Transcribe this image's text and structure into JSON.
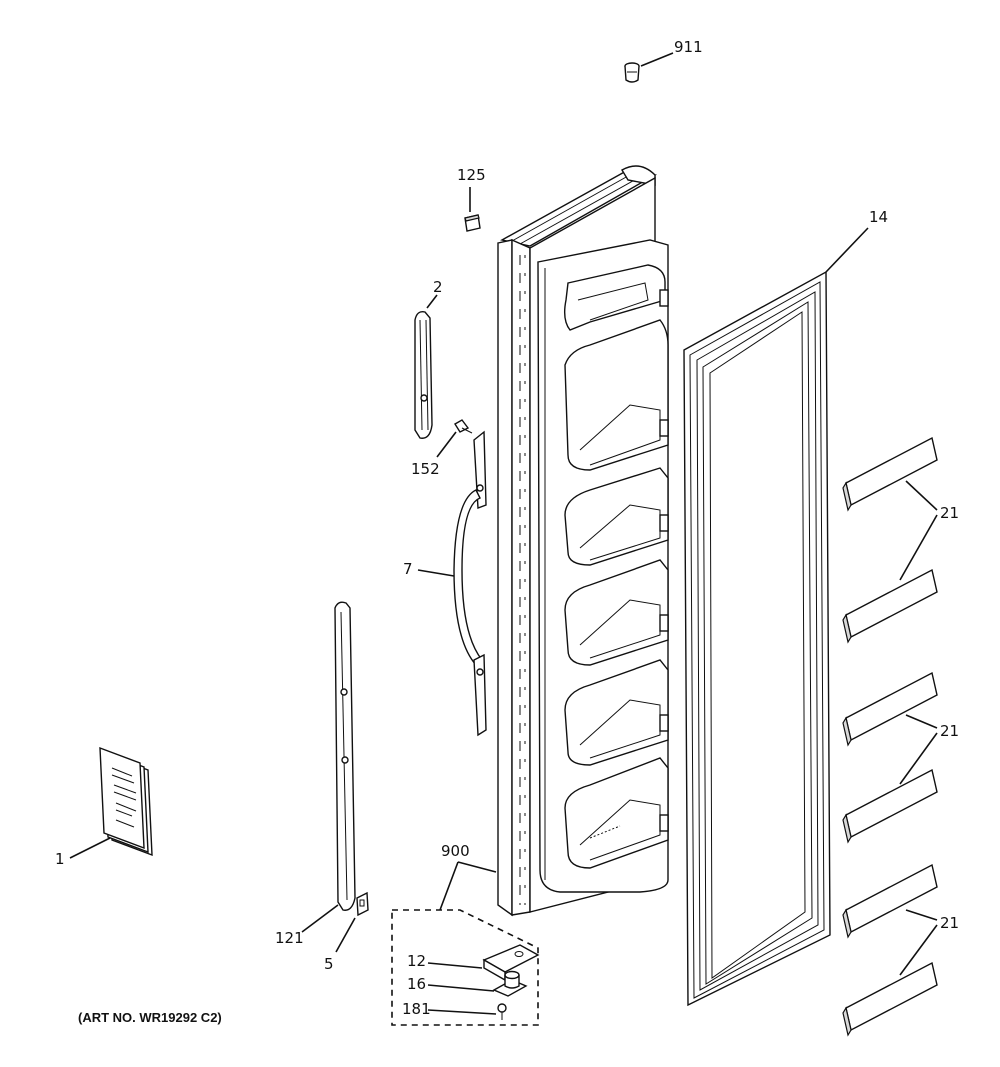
{
  "diagram": {
    "callouts": {
      "c911": "911",
      "c125": "125",
      "c14": "14",
      "c2": "2",
      "c152": "152",
      "c7": "7",
      "c21a": "21",
      "c21b": "21",
      "c21c": "21",
      "c1": "1",
      "c900": "900",
      "c121": "121",
      "c5": "5",
      "c12": "12",
      "c16": "16",
      "c181": "181"
    },
    "art_number": "(ART NO. WR19292 C2)"
  }
}
